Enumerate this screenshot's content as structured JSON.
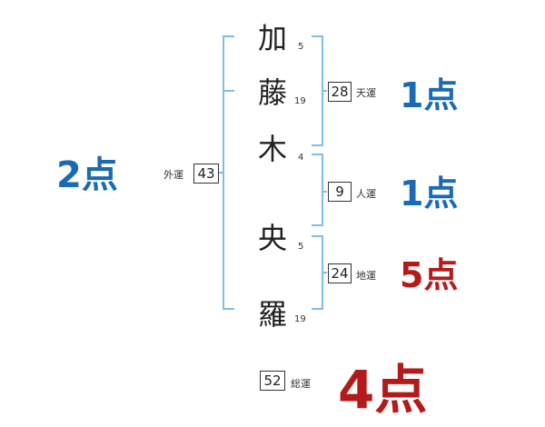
{
  "name": {
    "surname": [
      {
        "char": "加",
        "strokes": "5"
      },
      {
        "char": "藤",
        "strokes": "19"
      },
      {
        "char": "木",
        "strokes": "4"
      }
    ],
    "given": [
      {
        "char": "央",
        "strokes": "5"
      },
      {
        "char": "羅",
        "strokes": "19"
      }
    ]
  },
  "fortunes": {
    "tenun": {
      "label": "天運",
      "value": "28",
      "score": "1点",
      "color": "#1a6bb5"
    },
    "jinun": {
      "label": "人運",
      "value": "9",
      "score": "1点",
      "color": "#1a6bb5"
    },
    "chiun": {
      "label": "地運",
      "value": "24",
      "score": "5点",
      "color": "#b51a1a"
    },
    "gaiun": {
      "label": "外運",
      "value": "43",
      "score": "2点",
      "color": "#1a6bb5"
    },
    "souun": {
      "label": "総運",
      "value": "52",
      "score": "4点",
      "color": "#b51a1a"
    }
  },
  "bracket_color": "#7fbfe0"
}
